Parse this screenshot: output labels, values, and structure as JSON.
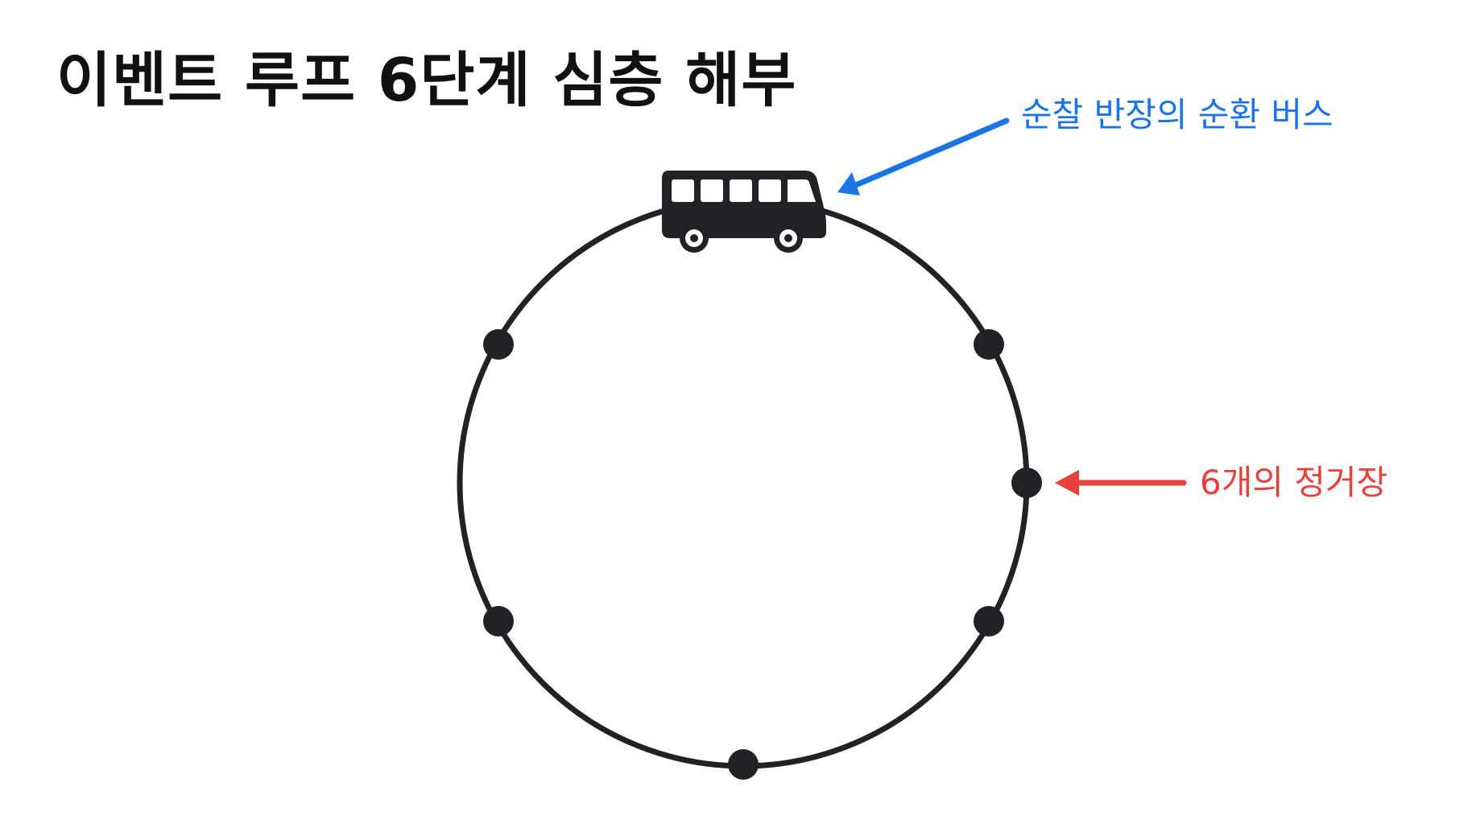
{
  "title": "이벤트 루프 6단계 심층 해부",
  "colors": {
    "loop": "#222226",
    "bus_label": "#1a74e8",
    "stop_label": "#e8413a"
  },
  "annotations": {
    "bus": "순찰 반장의 순환 버스",
    "stops": "6개의 정거장"
  },
  "diagram": {
    "stop_count": 6,
    "icons": [
      "bus-icon"
    ]
  }
}
